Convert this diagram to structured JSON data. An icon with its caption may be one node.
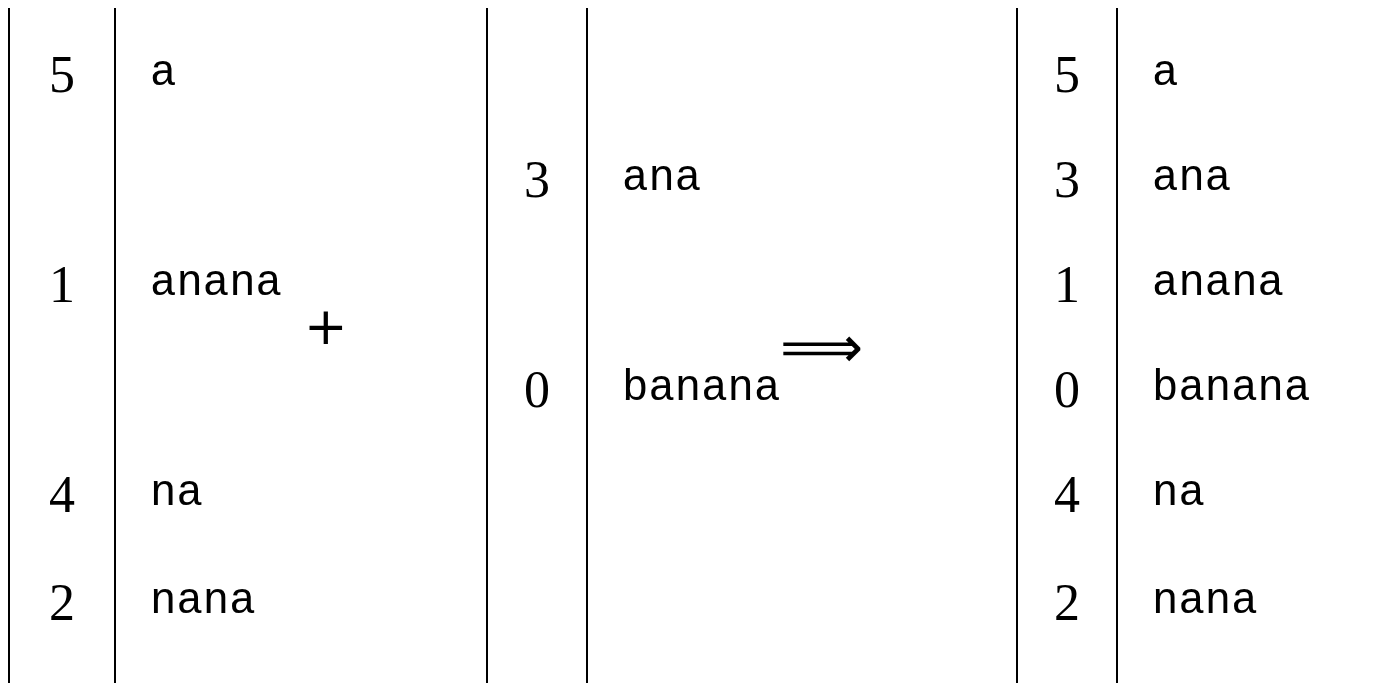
{
  "diagram": {
    "nodes": [
      {
        "text": [
          "5",
          "1",
          "4",
          "2"
        ],
        "beside": [
          "a",
          "anana",
          "na",
          "nana"
        ]
      },
      {
        "text": [
          "3",
          "0"
        ],
        "beside": [
          "ana",
          "banana"
        ]
      },
      {
        "text": [
          "5",
          "3",
          "1",
          "0",
          "4",
          "2"
        ],
        "beside": [
          "a",
          "ana",
          "anana",
          "banana",
          "na",
          "nana"
        ]
      }
    ],
    "edges": [],
    "labels": [
      "+",
      "⟹"
    ]
  }
}
